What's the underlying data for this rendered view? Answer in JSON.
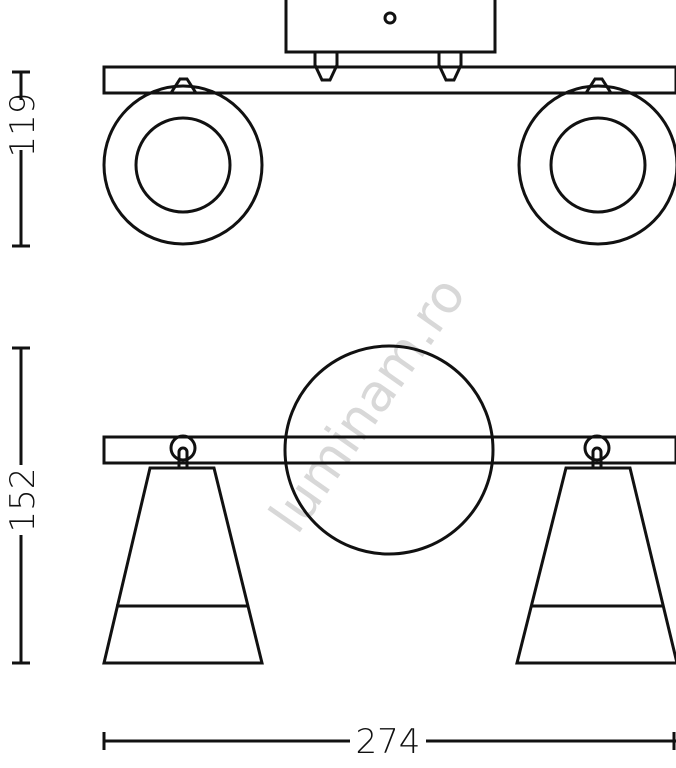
{
  "dimensions": {
    "height_top": "119",
    "height_front": "152",
    "width": "274"
  },
  "watermark": "luminam.ro"
}
